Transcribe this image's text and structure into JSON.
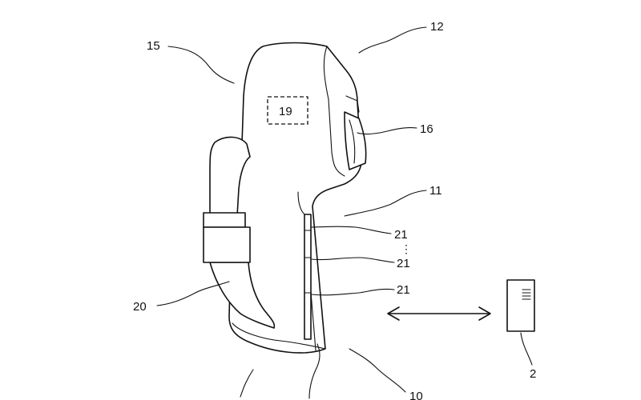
{
  "figure": {
    "labels": {
      "device": "12",
      "top_region": "15",
      "component_box": "19",
      "side_button": "16",
      "grip": "11",
      "sensor_a": "21",
      "sensor_b": "21",
      "sensor_c": "21",
      "sensor_ellipsis": "⋮",
      "strap": "20",
      "external_device": "2",
      "bottom_unit": "10"
    }
  }
}
